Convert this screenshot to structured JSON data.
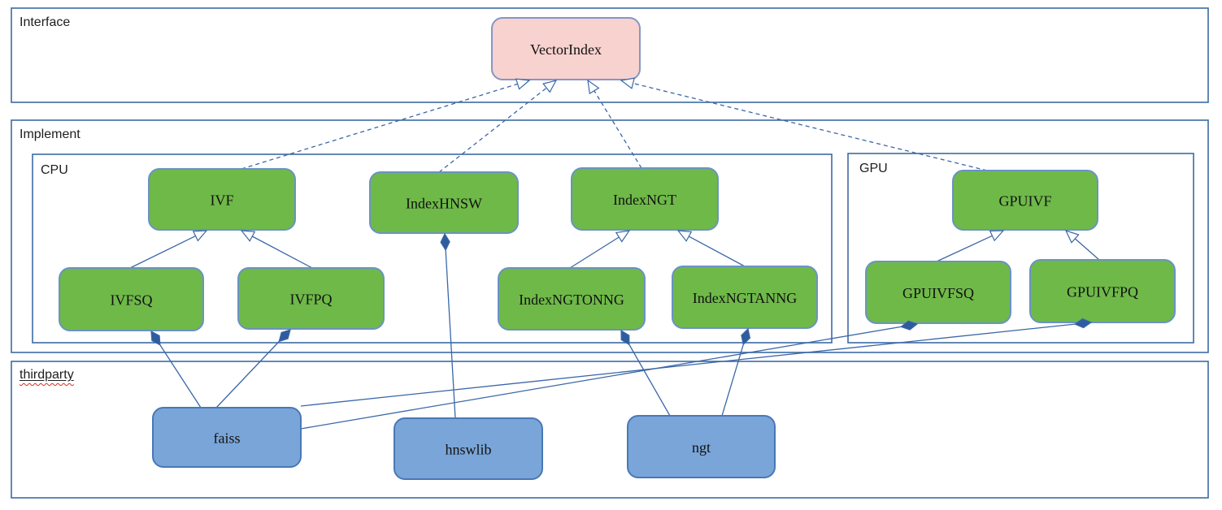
{
  "diagram": {
    "containers": [
      {
        "id": "interface",
        "label": "Interface"
      },
      {
        "id": "implement",
        "label": "Implement"
      },
      {
        "id": "cpu",
        "label": "CPU"
      },
      {
        "id": "gpu",
        "label": "GPU"
      },
      {
        "id": "thirdparty",
        "label": "thirdparty",
        "misspelled_squiggle": true
      }
    ],
    "nodes": [
      {
        "id": "VectorIndex",
        "label": "VectorIndex",
        "role": "interface",
        "color": "pink"
      },
      {
        "id": "IVF",
        "label": "IVF",
        "role": "cpu-class",
        "color": "green"
      },
      {
        "id": "IndexHNSW",
        "label": "IndexHNSW",
        "role": "cpu-class",
        "color": "green"
      },
      {
        "id": "IndexNGT",
        "label": "IndexNGT",
        "role": "cpu-class",
        "color": "green"
      },
      {
        "id": "GPUIVF",
        "label": "GPUIVF",
        "role": "gpu-class",
        "color": "green"
      },
      {
        "id": "IVFSQ",
        "label": "IVFSQ",
        "role": "cpu-class",
        "color": "green"
      },
      {
        "id": "IVFPQ",
        "label": "IVFPQ",
        "role": "cpu-class",
        "color": "green"
      },
      {
        "id": "IndexNGTONNG",
        "label": "IndexNGTONNG",
        "role": "cpu-class",
        "color": "green"
      },
      {
        "id": "IndexNGTANNG",
        "label": "IndexNGTANNG",
        "role": "cpu-class",
        "color": "green"
      },
      {
        "id": "GPUIVFSQ",
        "label": "GPUIVFSQ",
        "role": "gpu-class",
        "color": "green"
      },
      {
        "id": "GPUIVFPQ",
        "label": "GPUIVFPQ",
        "role": "gpu-class",
        "color": "green"
      },
      {
        "id": "faiss",
        "label": "faiss",
        "role": "thirdparty-lib",
        "color": "blue"
      },
      {
        "id": "hnswlib",
        "label": "hnswlib",
        "role": "thirdparty-lib",
        "color": "blue"
      },
      {
        "id": "ngt",
        "label": "ngt",
        "role": "thirdparty-lib",
        "color": "blue"
      }
    ],
    "edges": [
      {
        "from": "IVF",
        "to": "VectorIndex",
        "type": "realization"
      },
      {
        "from": "IndexHNSW",
        "to": "VectorIndex",
        "type": "realization"
      },
      {
        "from": "IndexNGT",
        "to": "VectorIndex",
        "type": "realization"
      },
      {
        "from": "GPUIVF",
        "to": "VectorIndex",
        "type": "realization"
      },
      {
        "from": "IVFSQ",
        "to": "IVF",
        "type": "generalization"
      },
      {
        "from": "IVFPQ",
        "to": "IVF",
        "type": "generalization"
      },
      {
        "from": "IndexNGTONNG",
        "to": "IndexNGT",
        "type": "generalization"
      },
      {
        "from": "IndexNGTANNG",
        "to": "IndexNGT",
        "type": "generalization"
      },
      {
        "from": "GPUIVFSQ",
        "to": "GPUIVF",
        "type": "generalization"
      },
      {
        "from": "GPUIVFPQ",
        "to": "GPUIVF",
        "type": "generalization"
      },
      {
        "from": "faiss",
        "to": "IVFSQ",
        "type": "composition"
      },
      {
        "from": "faiss",
        "to": "IVFPQ",
        "type": "composition"
      },
      {
        "from": "faiss",
        "to": "GPUIVFSQ",
        "type": "composition"
      },
      {
        "from": "faiss",
        "to": "GPUIVFPQ",
        "type": "composition"
      },
      {
        "from": "hnswlib",
        "to": "IndexHNSW",
        "type": "composition"
      },
      {
        "from": "ngt",
        "to": "IndexNGTONNG",
        "type": "composition"
      },
      {
        "from": "ngt",
        "to": "IndexNGTANNG",
        "type": "composition"
      }
    ],
    "colors": {
      "green_fill": "#6FB949",
      "green_stroke": "#6A93C3",
      "blue_fill": "#7AA5D8",
      "blue_stroke": "#4978B6",
      "pink_fill": "#F8D2CE",
      "pink_stroke": "#8795C5",
      "line": "#3A67A8",
      "diamond_fill": "#2E5C9E",
      "container_border": "#3C6BA5",
      "label_text": "#1E1E1E",
      "node_text": "#111111",
      "squiggle": "#D92B1F"
    }
  }
}
